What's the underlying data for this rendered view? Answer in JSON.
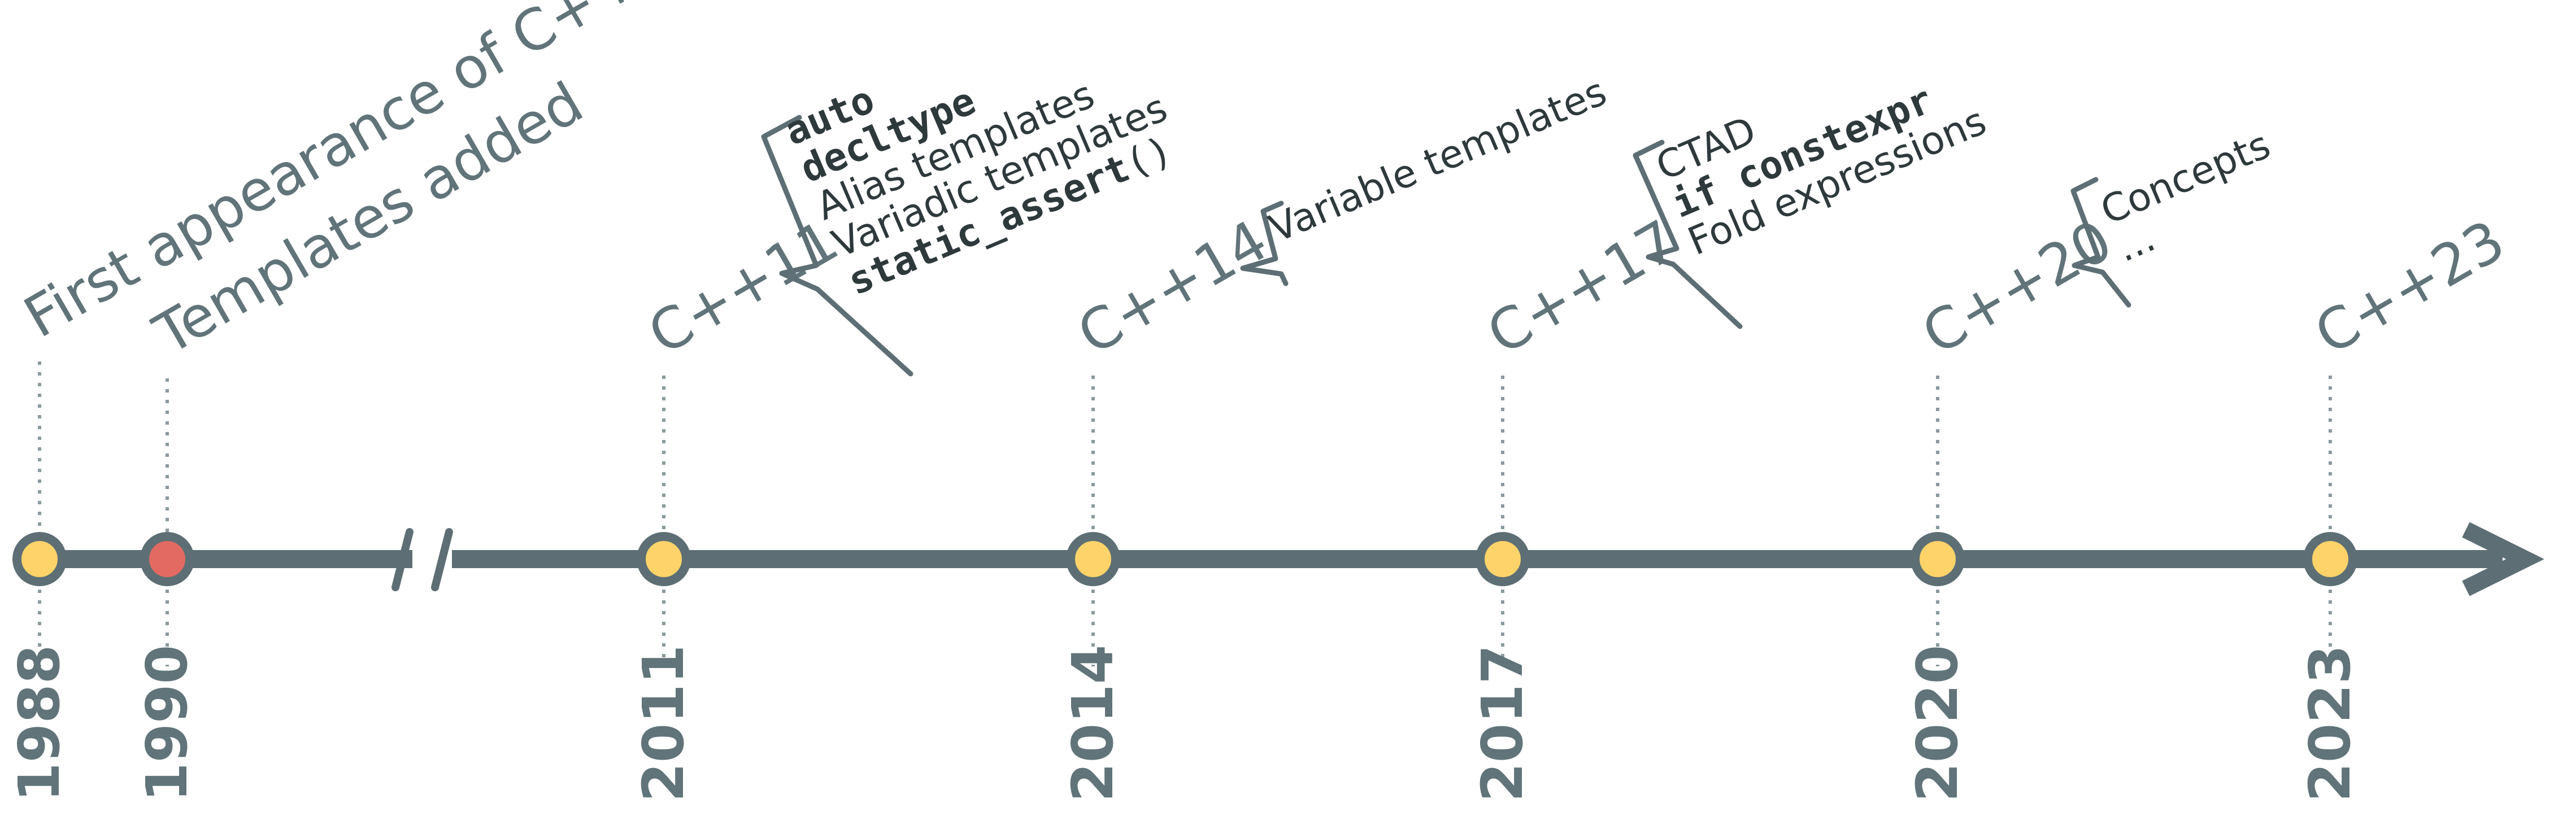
{
  "colors": {
    "axis": "#5d6f74",
    "dot_fill": "#fdd36a",
    "dot_highlight_fill": "#e26a62",
    "label": "#607479",
    "feature_text": "#2e393c",
    "code_keyword": "#1e9a52"
  },
  "events": [
    {
      "year": "1988",
      "label": "First appearance of C++",
      "highlight": false,
      "features": []
    },
    {
      "year": "1990",
      "label": "Templates added",
      "highlight": true,
      "features": []
    },
    {
      "year": "2011",
      "label": "C++11",
      "highlight": false,
      "features": [
        {
          "parts": [
            {
              "text": "auto",
              "code": true,
              "color": "#1e9a52"
            }
          ]
        },
        {
          "parts": [
            {
              "text": "decltype",
              "code": true,
              "color": "#1e9a52"
            }
          ]
        },
        {
          "parts": [
            {
              "text": "Alias templates"
            }
          ]
        },
        {
          "parts": [
            {
              "text": "Variadic templates"
            }
          ]
        },
        {
          "parts": [
            {
              "text": "static_assert",
              "code": true,
              "color": "#1e9a52"
            },
            {
              "text": "()",
              "code": true,
              "plain": true
            }
          ]
        }
      ]
    },
    {
      "year": "2014",
      "label": "C++14",
      "highlight": false,
      "features": [
        {
          "parts": [
            {
              "text": "Variable templates"
            }
          ]
        }
      ]
    },
    {
      "year": "2017",
      "label": "C++17",
      "highlight": false,
      "features": [
        {
          "parts": [
            {
              "text": "CTAD"
            }
          ]
        },
        {
          "parts": [
            {
              "text": "if constexpr",
              "code": true,
              "color": "#1e9a52"
            }
          ]
        },
        {
          "parts": [
            {
              "text": "Fold expressions"
            }
          ]
        }
      ]
    },
    {
      "year": "2020",
      "label": "C++20",
      "highlight": false,
      "features": [
        {
          "parts": [
            {
              "text": "Concepts"
            }
          ]
        },
        {
          "parts": [
            {
              "text": "..."
            }
          ]
        }
      ]
    },
    {
      "year": "2023",
      "label": "C++23",
      "highlight": false,
      "features": []
    }
  ]
}
